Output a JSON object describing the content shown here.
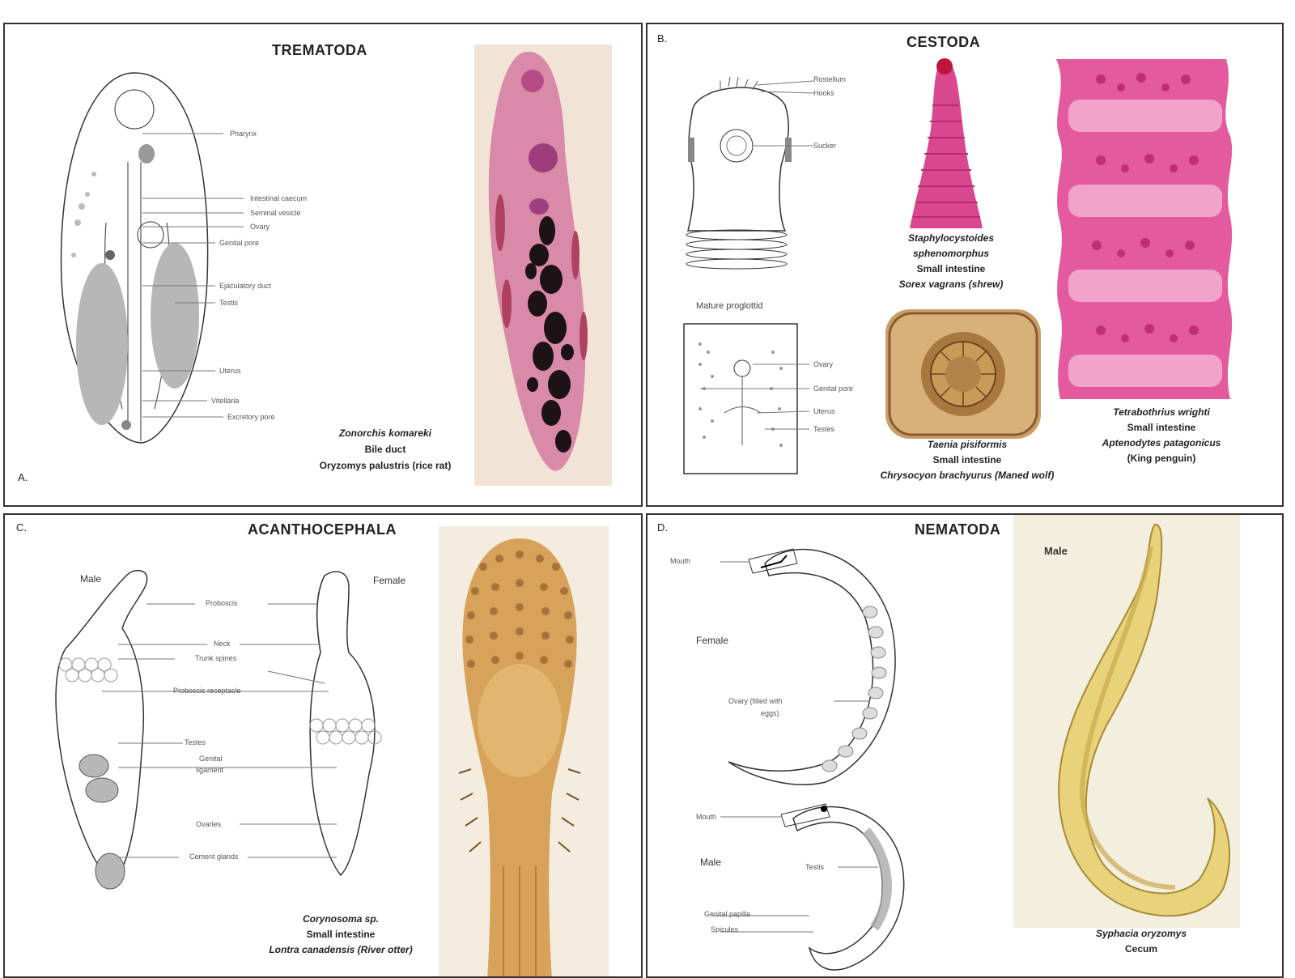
{
  "panels": {
    "A": {
      "letter": "A.",
      "title": "TREMATODA",
      "labels": [
        "Pharynx",
        "Intestinal caecum",
        "Seminal vesicle",
        "Ovary",
        "Genital pore",
        "Ejaculatory duct",
        "Testis",
        "Uterus",
        "Vitellaria",
        "Excretory pore"
      ],
      "caption": {
        "species": "Zonorchis komareki",
        "site": "Bile duct",
        "host": "Oryzomys palustris (rice rat)"
      }
    },
    "B": {
      "letter": "B.",
      "title": "CESTODA",
      "scolex_labels": [
        "Rostellum",
        "Hooks",
        "Sucker"
      ],
      "proglottid_title": "Mature proglottid",
      "proglottid_labels": [
        "Ovary",
        "Genital pore",
        "Uterus",
        "Testes"
      ],
      "caption1": {
        "species1": "Staphylocystoides",
        "species2": "sphenomorphus",
        "site": "Small intestine",
        "host": "Sorex vagrans (shrew)"
      },
      "caption2": {
        "species": "Taenia pisiformis",
        "site": "Small intestine",
        "host": "Chrysocyon brachyurus (Maned wolf)"
      },
      "caption3": {
        "species": "Tetrabothrius wrighti",
        "site": "Small intestine",
        "host1": "Aptenodytes patagonicus",
        "host2": "(King penguin)"
      }
    },
    "C": {
      "letter": "C.",
      "title": "ACANTHOCEPHALA",
      "male": "Male",
      "female": "Female",
      "labels": [
        "Proboscis",
        "Neck",
        "Trunk spines",
        "Proboscis receptacle",
        "Testes",
        "Genital",
        "ligament",
        "Ovaries",
        "Cement glands"
      ],
      "caption": {
        "species": "Corynosoma sp.",
        "site": "Small intestine",
        "host": "Lontra canadensis (River otter)"
      }
    },
    "D": {
      "letter": "D.",
      "title": "NEMATODA",
      "female": "Female",
      "male": "Male",
      "photo_label": "Male",
      "labels": [
        "Mouth",
        "Ovary (filled with",
        "eggs)",
        "Mouth",
        "Testis",
        "Genital papilla",
        "Spicules"
      ],
      "caption": {
        "species": "Syphacia oryzomys",
        "site": "Cecum"
      }
    }
  },
  "colors": {
    "pink_stain": "#d9478f",
    "gold_stain": "#d7a25a",
    "yellow_stain": "#e8d27a",
    "organ_gray": "#b7b7b7"
  }
}
